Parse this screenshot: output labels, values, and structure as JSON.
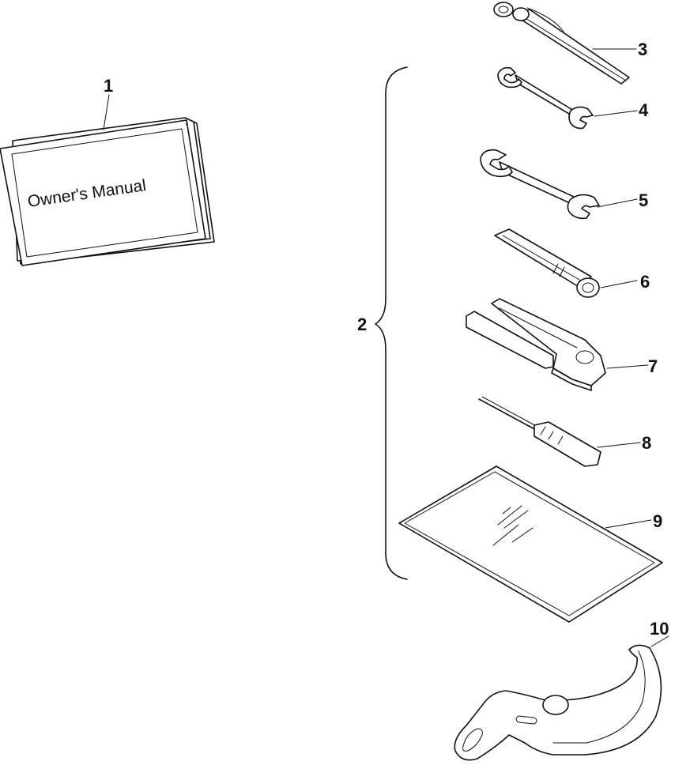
{
  "manual": {
    "cover_title": "Owner's Manual"
  },
  "callouts": {
    "c1": "1",
    "c2": "2",
    "c3": "3",
    "c4": "4",
    "c5": "5",
    "c6": "6",
    "c7": "7",
    "c8": "8",
    "c9": "9",
    "c10": "10"
  },
  "parts": [
    {
      "number": "1",
      "icon": "owners-manual-icon"
    },
    {
      "number": "2",
      "icon": "tool-kit-bracket-icon"
    },
    {
      "number": "3",
      "icon": "spark-plug-wrench-icon"
    },
    {
      "number": "4",
      "icon": "open-end-wrench-small-icon"
    },
    {
      "number": "5",
      "icon": "open-end-wrench-large-icon"
    },
    {
      "number": "6",
      "icon": "socket-wrench-icon"
    },
    {
      "number": "7",
      "icon": "tool-holder-icon"
    },
    {
      "number": "8",
      "icon": "screwdriver-icon"
    },
    {
      "number": "9",
      "icon": "tool-pouch-icon"
    },
    {
      "number": "10",
      "icon": "spanner-hook-wrench-icon"
    }
  ]
}
